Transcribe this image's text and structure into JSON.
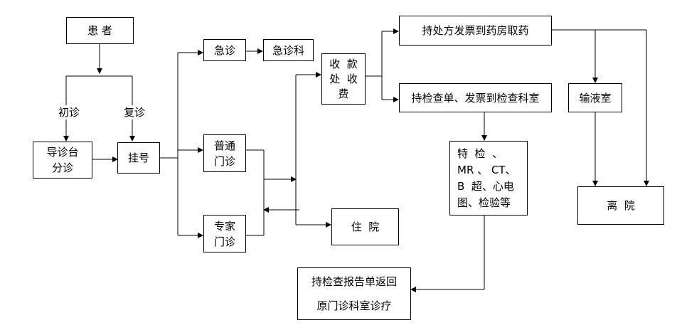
{
  "nodes": {
    "patient": [
      "患 者"
    ],
    "guide": [
      "导诊台",
      "分诊"
    ],
    "register": [
      "挂号"
    ],
    "emergency": [
      "急诊"
    ],
    "emergency_dept": [
      "急诊科"
    ],
    "general": [
      "普通",
      "门诊"
    ],
    "expert": [
      "专家",
      "门诊"
    ],
    "cashier": [
      "收  款",
      "处  收",
      "费"
    ],
    "pharmacy": [
      "持处方发票到药房取药"
    ],
    "exam_room": [
      "持检查单、发票到检查科室"
    ],
    "exams": [
      "特  检  、",
      "MR 、 CT、",
      "B  超、心电",
      "图、检验等"
    ],
    "infusion": [
      "输液室"
    ],
    "discharge": [
      "离  院"
    ],
    "hospitalize": [
      "住  院"
    ],
    "report_return": [
      "持检查报告单返回",
      "原门诊科室诊疗"
    ]
  },
  "labels": {
    "first_visit": "初诊",
    "return_visit": "复诊"
  }
}
